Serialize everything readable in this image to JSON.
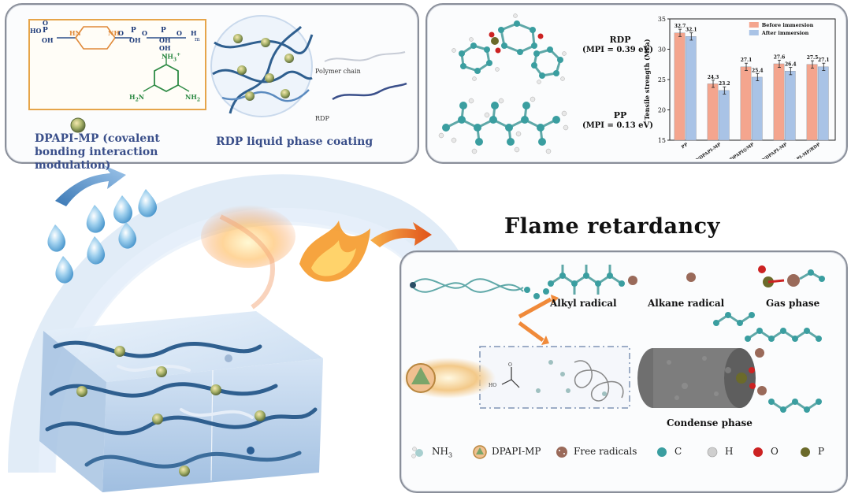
{
  "top_left": {
    "structure_labels": [
      "HO",
      "P",
      "OH",
      "O",
      "HN",
      "NH",
      "O",
      "P",
      "OH",
      "O",
      "P",
      "OH",
      "O",
      "H",
      "m",
      "OH",
      "NH",
      "3",
      "+",
      "H",
      "2",
      "N",
      "NH",
      "2"
    ],
    "caption_dpapi": "DPAPI-MP (covalent bonding interaction modulation)",
    "caption_rdp": "RDP liquid phase coating",
    "polymer_chain": "Polymer chain",
    "rdp": "RDP"
  },
  "top_right": {
    "rdp_label": "RDP",
    "rdp_mpi": "(MPI = 0.39 eV)",
    "pp_label": "PP",
    "pp_mpi": "(MPI = 0.13 eV)"
  },
  "colors": {
    "before": "#f4a58e",
    "after": "#a9c3e6",
    "carbon": "#3a9ea0",
    "oxygen": "#cc2222",
    "phosphorus": "#6b6a2a",
    "hydrogen": "#e8e8e8",
    "radical": "#9a6a5a",
    "chain": "#2f5f8f"
  },
  "chart_data": {
    "type": "bar",
    "ylabel": "Tensile strength (MPa)",
    "ylim": [
      15,
      35
    ],
    "yticks": [
      15,
      20,
      25,
      30,
      35
    ],
    "categories": [
      "PP",
      "PP/DPAPI-MP",
      "PP/DPAPI@MP",
      "PP/DPAPI-MP",
      "PP/DPAPI-MP/RDP"
    ],
    "series": [
      {
        "name": "Before immersion",
        "values": [
          32.7,
          24.3,
          27.1,
          27.6,
          27.5
        ],
        "labels": [
          "32.7",
          "24.3",
          "27.1",
          "27.6",
          "27.5"
        ]
      },
      {
        "name": "After immersion",
        "values": [
          32.1,
          23.2,
          25.4,
          26.4,
          27.1
        ],
        "labels": [
          "32.1",
          "23.2",
          "25.4",
          "26.4",
          "27.1"
        ]
      }
    ]
  },
  "bottom": {
    "title": "Flame retardancy",
    "alkyl_radical": "Alkyl radical",
    "alkane_radical": "Alkane radical",
    "gas_phase": "Gas phase",
    "condense_phase": "Condense phase",
    "ho_label": "HO",
    "o_label": "O",
    "legend": {
      "nh3": "NH",
      "nh3_sub": "3",
      "dpapi": "DPAPI-MP",
      "free_radicals": "Free radicals",
      "c": "C",
      "h": "H",
      "o": "O",
      "p": "P"
    }
  }
}
